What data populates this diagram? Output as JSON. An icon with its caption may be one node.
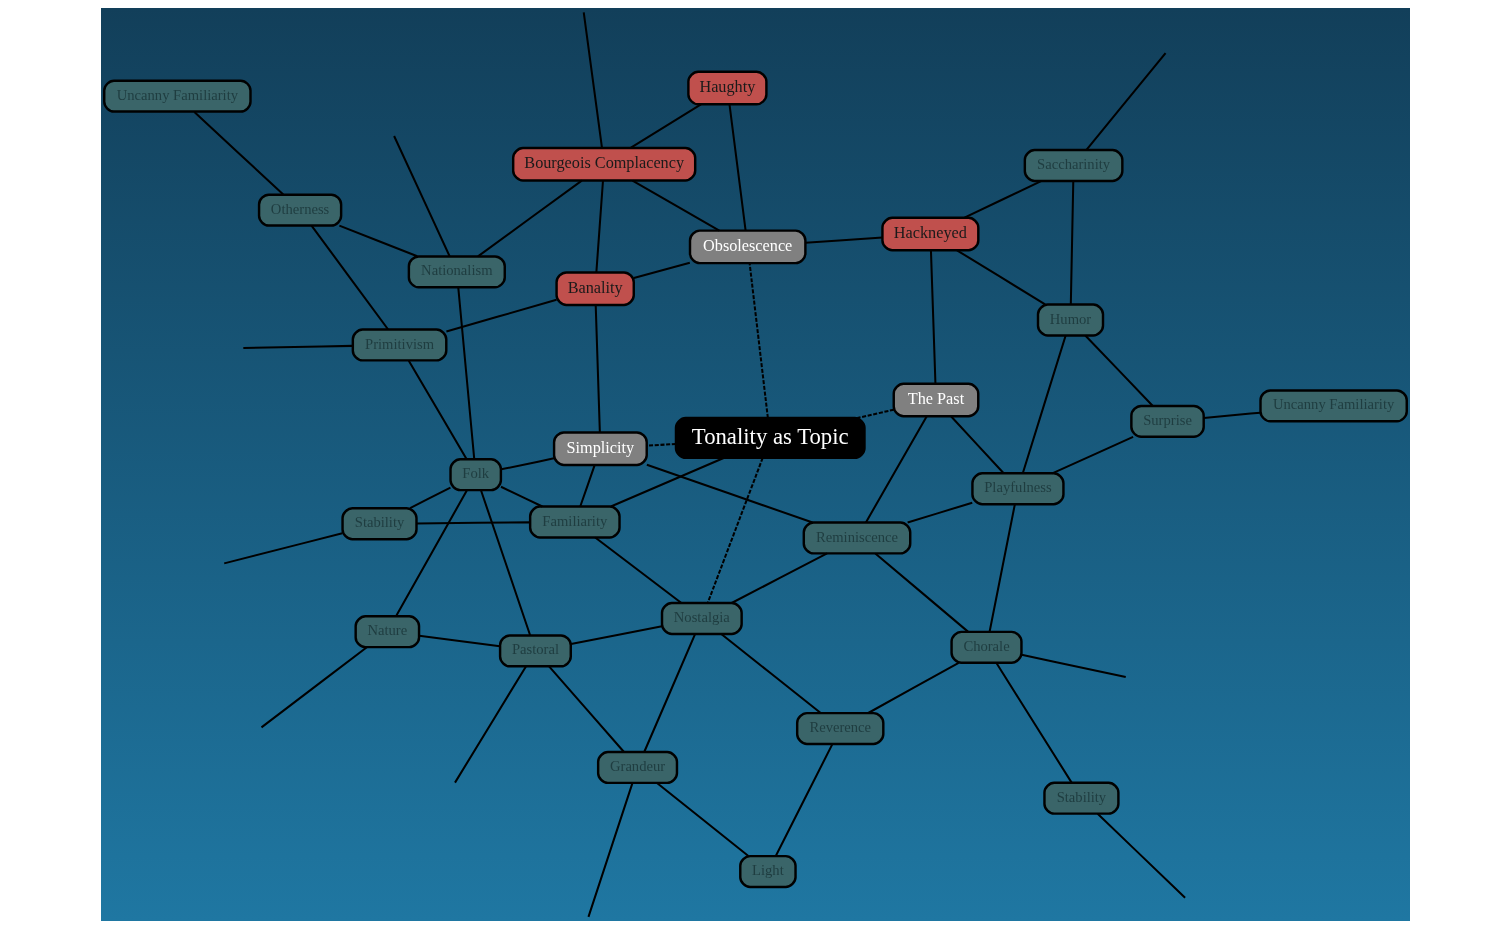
{
  "diagram": {
    "nodes": [
      {
        "text": [
          "Uncanny Familiarity"
        ]
      },
      {
        "text": [
          "Stability"
        ]
      },
      {
        "text": [
          "Surprise"
        ]
      },
      {
        "text": [
          "Playfulness"
        ]
      },
      {
        "text": [
          "Humor"
        ]
      },
      {
        "text": [
          "Chorale"
        ]
      },
      {
        "text": [
          "Saccharinity"
        ]
      },
      {
        "text": [
          "The Past"
        ]
      },
      {
        "text": [
          "Reminiscence"
        ]
      },
      {
        "text": [
          "Reverence"
        ]
      },
      {
        "text": [
          "Hackneyed"
        ]
      },
      {
        "text": [
          "Haughty"
        ]
      },
      {
        "text": [
          "Light"
        ]
      },
      {
        "text": [
          "Tonality as Topic"
        ]
      },
      {
        "text": [
          "Nostalgia"
        ]
      },
      {
        "text": [
          "Obsolescence"
        ]
      },
      {
        "text": [
          "Bourgeois Complacency"
        ]
      },
      {
        "text": [
          "Grandeur"
        ]
      },
      {
        "text": [
          "Simplicity"
        ]
      },
      {
        "text": [
          "Banality"
        ]
      },
      {
        "text": [
          "Familiarity"
        ]
      },
      {
        "text": [
          "Pastoral"
        ]
      },
      {
        "text": [
          "Nationalism"
        ]
      },
      {
        "text": [
          "Folk"
        ]
      },
      {
        "text": [
          "Otherness"
        ]
      },
      {
        "text": [
          "Nature"
        ]
      },
      {
        "text": [
          "Primitivism"
        ]
      },
      {
        "text": [
          "Stability"
        ]
      },
      {
        "text": [
          "Uncanny Familiarity"
        ]
      }
    ],
    "edges": [
      {
        "from": null,
        "to": 1,
        "arrow": "none"
      },
      {
        "from": 1,
        "to": 5,
        "arrow": "none"
      },
      {
        "from": null,
        "to": 5,
        "arrow": "none"
      },
      {
        "from": 5,
        "to": 3,
        "arrow": "none"
      },
      {
        "from": 5,
        "to": 9,
        "arrow": "none"
      },
      {
        "from": 5,
        "to": 8,
        "arrow": "none"
      },
      {
        "from": 3,
        "to": 2,
        "arrow": "none"
      },
      {
        "from": 3,
        "to": 8,
        "arrow": "none"
      },
      {
        "from": 3,
        "to": 4,
        "arrow": "none"
      },
      {
        "from": 3,
        "to": 7,
        "arrow": "none"
      },
      {
        "from": 2,
        "to": 0,
        "arrow": "none"
      },
      {
        "from": 2,
        "to": 4,
        "arrow": "none"
      },
      {
        "from": 4,
        "to": 6,
        "arrow": "none"
      },
      {
        "from": 4,
        "to": 10,
        "arrow": "none"
      },
      {
        "from": null,
        "to": 6,
        "arrow": "none"
      },
      {
        "from": 6,
        "to": 10,
        "arrow": "none"
      },
      {
        "from": 7,
        "to": 8,
        "arrow": "none"
      },
      {
        "from": 7,
        "to": 10,
        "arrow": "none"
      },
      {
        "from": 7,
        "to": 13,
        "arrow": "none",
        "style": "dashed"
      },
      {
        "from": 8,
        "to": 14,
        "arrow": "none"
      },
      {
        "from": 8,
        "to": 18,
        "arrow": "none"
      },
      {
        "from": 9,
        "to": 12,
        "arrow": "none"
      },
      {
        "from": 9,
        "to": 14,
        "arrow": "none"
      },
      {
        "from": 10,
        "to": 15,
        "arrow": "none"
      },
      {
        "from": 11,
        "to": 15,
        "arrow": "none"
      },
      {
        "from": 11,
        "to": 16,
        "arrow": "none"
      },
      {
        "from": 12,
        "to": 17,
        "arrow": "none"
      },
      {
        "from": 13,
        "to": 14,
        "arrow": "none",
        "style": "dashed"
      },
      {
        "from": 13,
        "to": 15,
        "arrow": "none",
        "style": "dashed"
      },
      {
        "from": 13,
        "to": 18,
        "arrow": "none",
        "style": "dashed"
      },
      {
        "from": 15,
        "to": 16,
        "arrow": "none"
      },
      {
        "from": 15,
        "to": 19,
        "arrow": "none"
      },
      {
        "from": 16,
        "to": null,
        "arrow": "none"
      },
      {
        "from": 16,
        "to": 19,
        "arrow": "none"
      },
      {
        "from": 16,
        "to": 22,
        "arrow": "none"
      },
      {
        "from": 14,
        "to": 17,
        "arrow": "none"
      },
      {
        "from": 14,
        "to": 20,
        "arrow": "none"
      },
      {
        "from": 14,
        "to": 21,
        "arrow": "none"
      },
      {
        "from": null,
        "to": 17,
        "arrow": "none"
      },
      {
        "from": 17,
        "to": 21,
        "arrow": "none"
      },
      {
        "from": 18,
        "to": 19,
        "arrow": "none"
      },
      {
        "from": 18,
        "to": 20,
        "arrow": "none"
      },
      {
        "from": 20,
        "to": 13,
        "arrow": "none"
      },
      {
        "from": 18,
        "to": 23,
        "arrow": "none"
      },
      {
        "from": 20,
        "to": 27,
        "arrow": "none"
      },
      {
        "from": 20,
        "to": 23,
        "arrow": "none"
      },
      {
        "from": 19,
        "to": 26,
        "arrow": "none"
      },
      {
        "from": null,
        "to": 21,
        "arrow": "none"
      },
      {
        "from": 21,
        "to": 25,
        "arrow": "none"
      },
      {
        "from": 21,
        "to": 23,
        "arrow": "none"
      },
      {
        "from": 25,
        "to": 23,
        "arrow": "none"
      },
      {
        "from": null,
        "to": 25,
        "arrow": "none"
      },
      {
        "from": 23,
        "to": 22,
        "arrow": "none"
      },
      {
        "from": 23,
        "to": 27,
        "arrow": "none"
      },
      {
        "from": 23,
        "to": 26,
        "arrow": "none"
      },
      {
        "from": 22,
        "to": null,
        "arrow": "none"
      },
      {
        "from": 22,
        "to": 24,
        "arrow": "none"
      },
      {
        "from": 26,
        "to": 24,
        "arrow": "none"
      },
      {
        "from": 26,
        "to": null,
        "arrow": "none"
      },
      {
        "from": 24,
        "to": 28,
        "arrow": "none"
      },
      {
        "from": null,
        "to": 27,
        "arrow": "none"
      }
    ]
  }
}
